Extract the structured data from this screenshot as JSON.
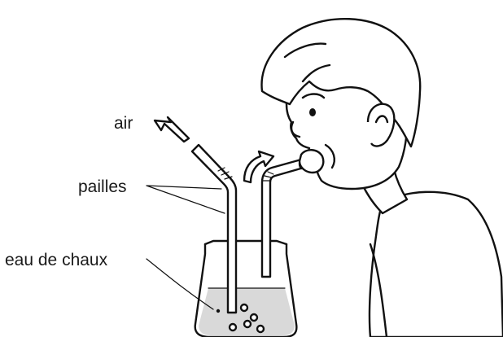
{
  "labels": {
    "air": "air",
    "straws": "pailles",
    "limewater": "eau de chaux"
  },
  "icons": [
    "air-inflow-arrow",
    "exhaled-air-arrow",
    "bubble"
  ],
  "colors": {
    "ink": "#111111",
    "liquid": "#d9d9d9",
    "background": "#ffffff"
  }
}
